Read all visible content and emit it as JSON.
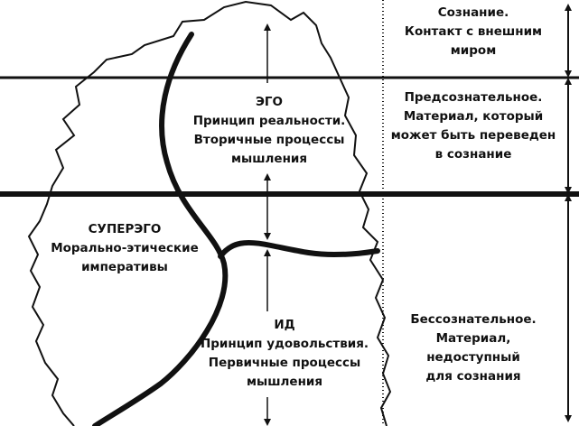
{
  "levels": {
    "conscious": [
      "Сознание.",
      "Контакт с внешним",
      "миром"
    ],
    "preconscious": [
      "Предсознательное.",
      "Материал, который",
      "может  быть переведен",
      "в сознание"
    ],
    "unconscious": [
      "Бессознательное.",
      "Материал,",
      "недоступный",
      "для сознания"
    ]
  },
  "structures": {
    "ego": [
      "ЭГО",
      "Принцип реальности.",
      "Вторичные процессы",
      "мышления"
    ],
    "superego": [
      "СУПЕРЭГО",
      "Морально-этические",
      "императивы"
    ],
    "id": [
      "ИД",
      "Принцип удовольствия.",
      "Первичные процессы",
      "мышления"
    ]
  },
  "colors": {
    "ink": "#111111",
    "background": "#ffffff"
  }
}
